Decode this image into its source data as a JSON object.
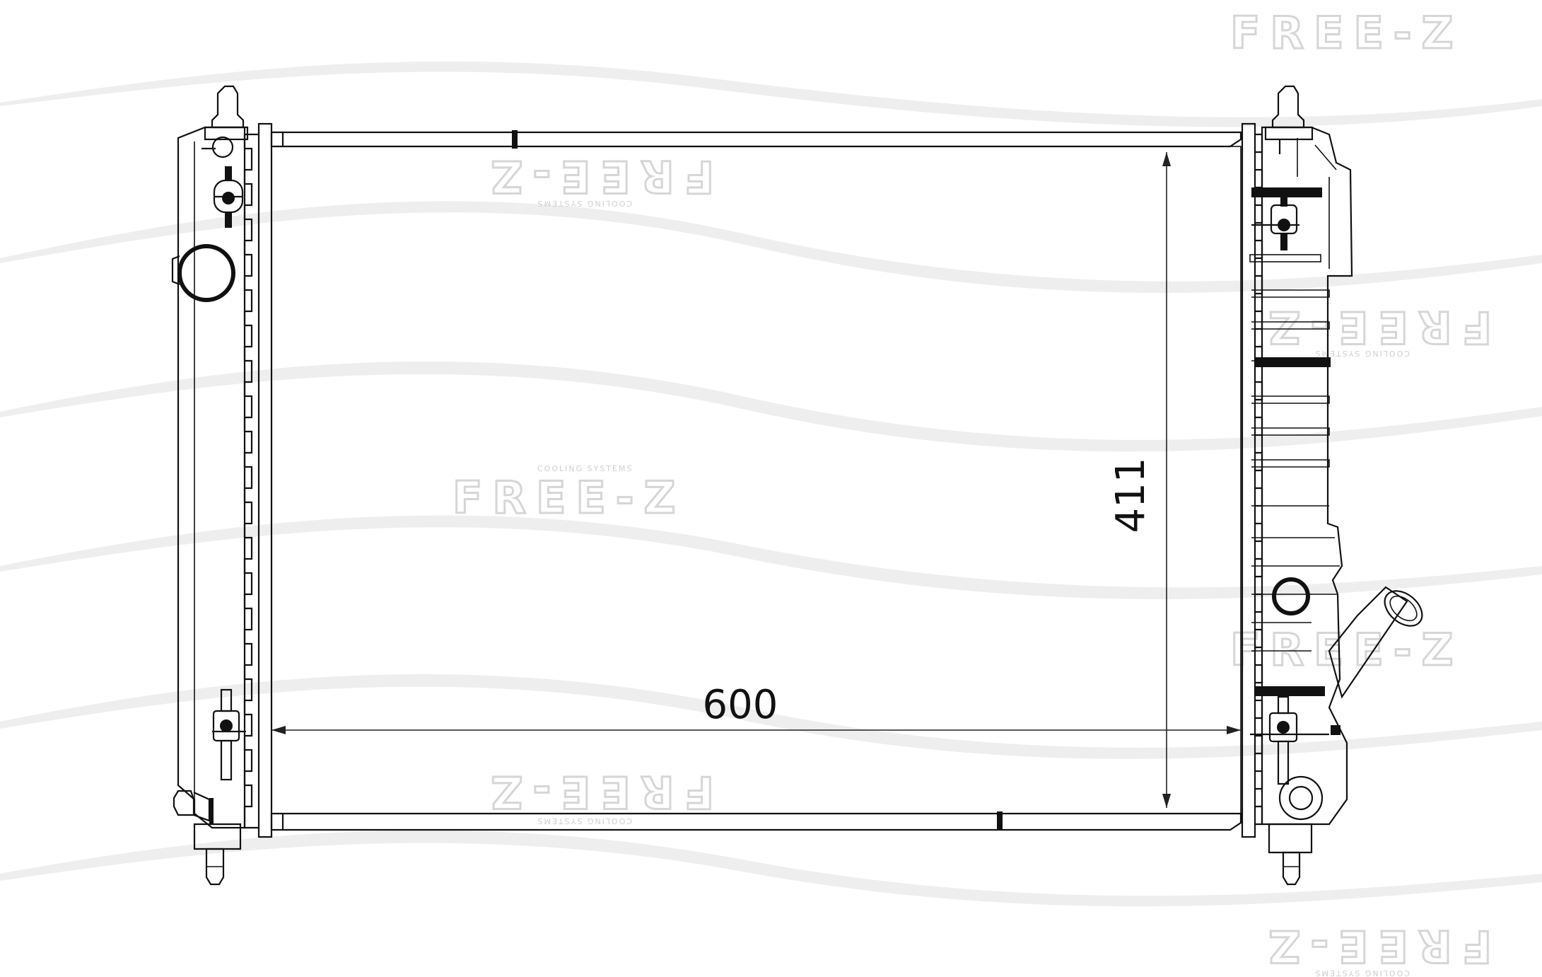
{
  "drawing": {
    "subject": "radiator",
    "width_dimension": "600",
    "height_dimension": "411"
  },
  "watermark": {
    "brand": "FREE-Z",
    "tagline": "COOLING SYSTEMS",
    "color": "#d6d6d6"
  },
  "colors": {
    "line": "#111111",
    "background": "#ffffff",
    "wave": "#eeeeee"
  }
}
